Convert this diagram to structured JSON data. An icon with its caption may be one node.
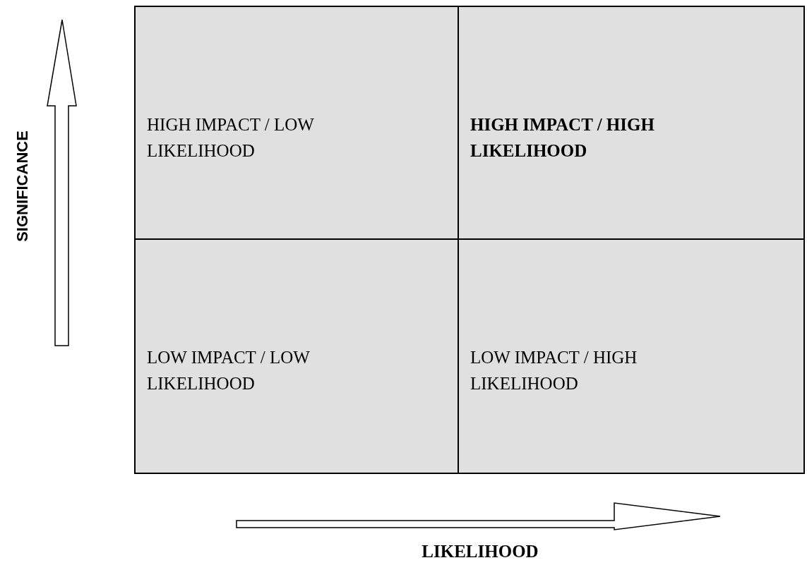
{
  "diagram": {
    "nodes": [
      {
        "text": [
          "HIGH IMPACT / LOW LIKELIHOOD"
        ]
      },
      {
        "text": [
          "HIGH IMPACT / HIGH LIKELIHOOD"
        ]
      },
      {
        "text": [
          "LOW IMPACT / LOW LIKELIHOOD"
        ]
      },
      {
        "text": [
          "LOW IMPACT / HIGH LIKELIHOOD"
        ]
      }
    ],
    "labels": [
      "SIGNIFICANCE",
      "LIKELIHOOD"
    ]
  }
}
